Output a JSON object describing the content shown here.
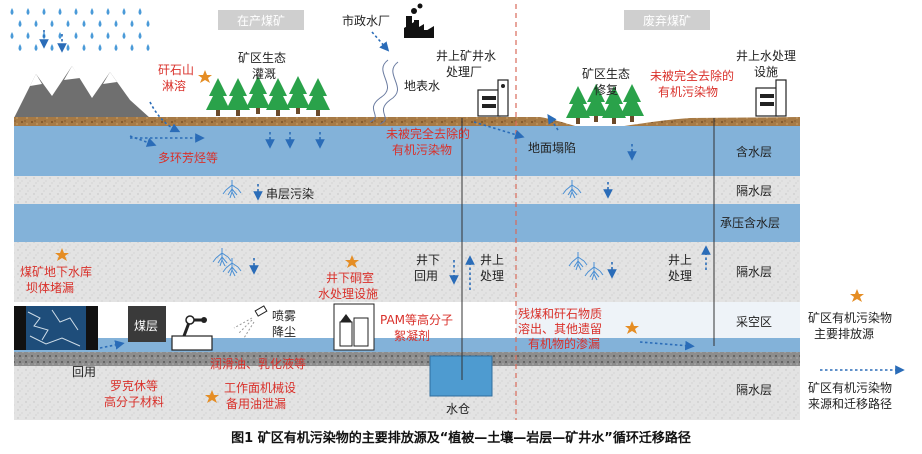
{
  "sections": {
    "active_mine": "在产煤矿",
    "abandoned_mine": "废弃煤矿"
  },
  "layers": {
    "aquifer": "含水层",
    "aquitard_1": "隔水层",
    "confined_aquifer": "承压含水层",
    "aquitard_2": "隔水层",
    "goaf": "采空区",
    "aquitard_3": "隔水层"
  },
  "labels": {
    "waterworks": "市政水厂",
    "surface_water": "地表水",
    "mine_irrigation": [
      "矿区生态",
      "灌溉"
    ],
    "gangue_leaching": [
      "矸石山",
      "淋溶"
    ],
    "pah": "多环芳烃等",
    "mine_water_plant": [
      "井上矿井水",
      "处理厂"
    ],
    "residual_org_active": [
      "未被完全去除的",
      "有机污染物"
    ],
    "eco_restoration": [
      "矿区生态",
      "修复"
    ],
    "residual_org_abandoned": [
      "未被完全去除的",
      "有机污染物"
    ],
    "surface_treatment": [
      "井上水处理",
      "设施"
    ],
    "subsidence": "地面塌陷",
    "cross_contamination": "串层污染",
    "reservoir_leak": [
      "煤矿地下水库",
      "坝体堵漏"
    ],
    "underground_chamber": [
      "井下硐室",
      "水处理设施"
    ],
    "underground_reuse": [
      "井下",
      "回用"
    ],
    "surface_treat_active": [
      "井上",
      "处理"
    ],
    "surface_treat_abandoned": [
      "井上",
      "处理"
    ],
    "residual_dissolve": [
      "残煤和矸石物质",
      "溶出、其他遗留",
      "有机物的渗漏"
    ],
    "coal_seam": "煤层",
    "spray": [
      "喷雾",
      "降尘"
    ],
    "pam": [
      "PAM等高分子",
      "絮凝剂"
    ],
    "lubricant": "润滑油、乳化液等",
    "reuse": "回用",
    "rokevol": [
      "罗克休等",
      "高分子材料"
    ],
    "equipment_oil": [
      "工作面机械设",
      "备用油泄漏"
    ],
    "sump": "水仓"
  },
  "legend": {
    "main_source": [
      "矿区有机污染物",
      "主要排放源"
    ],
    "migration": [
      "矿区有机污染物",
      "来源和迁移路径"
    ]
  },
  "caption": "图1   矿区有机污染物的主要排放源及“植被—土壤—岩层—矿井水”循环迁移路径",
  "colors": {
    "aquifer": "#83b2d9",
    "aquitard": "#e4e4e4",
    "soil": "#b08550",
    "red_text": "#d9302a",
    "star": "#e58d24",
    "tree": "#2aa24a",
    "arrow": "#2a6cb8",
    "divider": "#d86a5a"
  }
}
